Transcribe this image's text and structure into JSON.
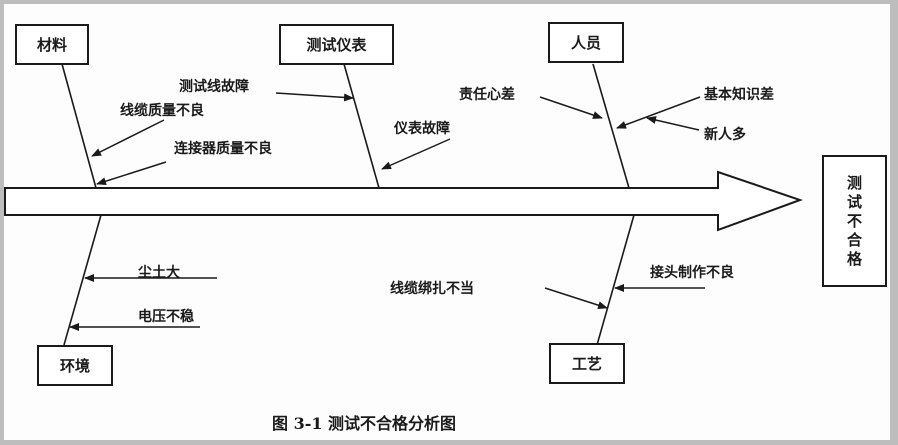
{
  "diagram": {
    "type": "fishbone",
    "effect": "测试不合格",
    "caption": "图 3-1 测试不合格分析图",
    "categories": [
      {
        "label": "材料",
        "position": "top",
        "causes": [
          "线缆质量不良",
          "连接器质量不良"
        ]
      },
      {
        "label": "测试仪表",
        "position": "top",
        "causes": [
          "测试线故障",
          "仪表故障"
        ]
      },
      {
        "label": "人员",
        "position": "top",
        "causes": [
          "责任心差",
          "基本知识差",
          "新人多"
        ]
      },
      {
        "label": "环境",
        "position": "bottom",
        "causes": [
          "尘土大",
          "电压不稳"
        ]
      },
      {
        "label": "工艺",
        "position": "bottom",
        "causes": [
          "线缆绑扎不当",
          "接头制作不良"
        ]
      }
    ]
  },
  "effect_chars": [
    "测",
    "试",
    "不",
    "合",
    "格"
  ]
}
